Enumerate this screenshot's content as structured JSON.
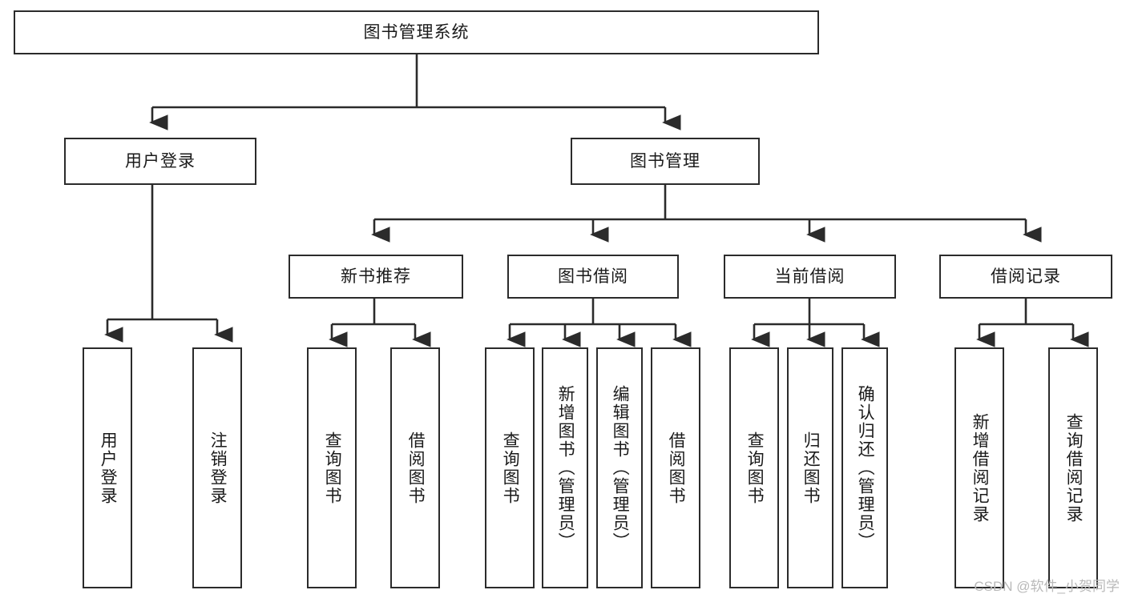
{
  "diagram": {
    "title": "图书管理系统",
    "type": "tree-hierarchy",
    "colors": {
      "background": "#ffffff",
      "node_border": "#2b2b2b",
      "node_fill": "#ffffff",
      "edge": "#2b2b2b",
      "text": "#1a1a1a",
      "watermark": "#b9b9b9"
    },
    "root": {
      "label": "图书管理系统"
    },
    "level2": [
      {
        "label": "用户登录"
      },
      {
        "label": "图书管理"
      }
    ],
    "level3": [
      {
        "label": "新书推荐"
      },
      {
        "label": "图书借阅"
      },
      {
        "label": "当前借阅"
      },
      {
        "label": "借阅记录"
      }
    ],
    "leaves": {
      "user_login": [
        {
          "label": "用户登录"
        },
        {
          "label": "注销登录"
        }
      ],
      "new_book_recommend": [
        {
          "label": "查询图书"
        },
        {
          "label": "借阅图书"
        }
      ],
      "book_borrow": [
        {
          "label": "查询图书"
        },
        {
          "label": "新增图书（管理员）"
        },
        {
          "label": "编辑图书（管理员）"
        },
        {
          "label": "借阅图书"
        }
      ],
      "current_borrow": [
        {
          "label": "查询图书"
        },
        {
          "label": "归还图书"
        },
        {
          "label": "确认归还（管理员）"
        }
      ],
      "borrow_record": [
        {
          "label": "新增借阅记录"
        },
        {
          "label": "查询借阅记录"
        }
      ]
    }
  },
  "watermark": {
    "text": "CSDN @软件_小贺同学"
  }
}
